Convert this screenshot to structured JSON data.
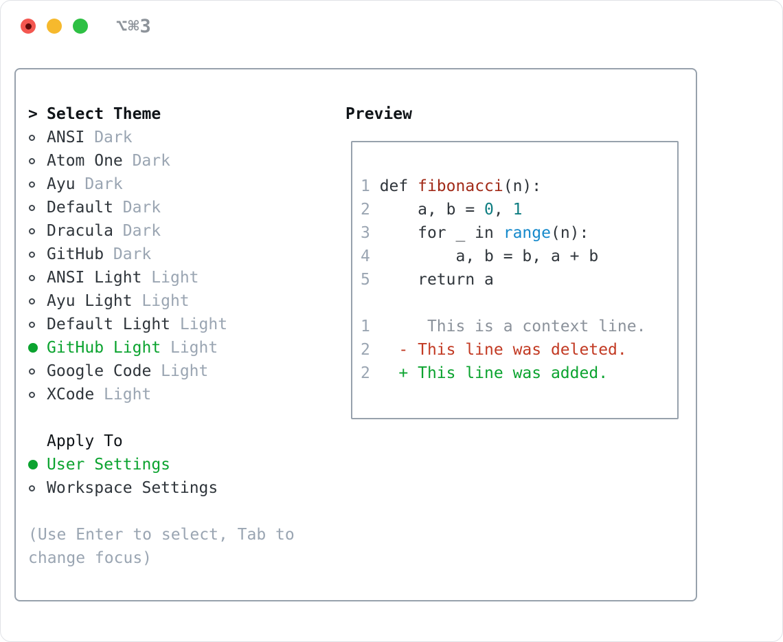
{
  "window": {
    "title": "⌥⌘3",
    "traffic_lights": [
      "close",
      "minimize",
      "zoom"
    ]
  },
  "colors": {
    "accent_green": "#0ba32f",
    "deleted_red": "#c23a23",
    "func_red": "#a12a18",
    "number_teal": "#0e7d81",
    "builtin_blue": "#1589cb",
    "text_dark": "#2f353b",
    "heading_dark": "#101418",
    "muted_gray": "#9aa5b2",
    "context_gray": "#8b929b",
    "ring_dark": "#3f464d",
    "border_gray": "#97a1ac",
    "title_gray": "#8d939a",
    "light_red": "#f35750",
    "red_dot": "#5f0b0a",
    "light_yellow": "#f6b92d",
    "light_green": "#2ec044",
    "window_border": "#e0e2e6"
  },
  "theme_picker": {
    "prompt": ">",
    "title": "Select Theme",
    "items": [
      {
        "label": "ANSI",
        "tag": "Dark",
        "selected": false
      },
      {
        "label": "Atom One",
        "tag": "Dark",
        "selected": false
      },
      {
        "label": "Ayu",
        "tag": "Dark",
        "selected": false
      },
      {
        "label": "Default",
        "tag": "Dark",
        "selected": false
      },
      {
        "label": "Dracula",
        "tag": "Dark",
        "selected": false
      },
      {
        "label": "GitHub",
        "tag": "Dark",
        "selected": false
      },
      {
        "label": "ANSI Light",
        "tag": "Light",
        "selected": false
      },
      {
        "label": "Ayu Light",
        "tag": "Light",
        "selected": false
      },
      {
        "label": "Default Light",
        "tag": "Light",
        "selected": false
      },
      {
        "label": "GitHub Light",
        "tag": "Light",
        "selected": true
      },
      {
        "label": "Google Code",
        "tag": "Light",
        "selected": false
      },
      {
        "label": "XCode",
        "tag": "Light",
        "selected": false
      }
    ]
  },
  "apply_to": {
    "title": "Apply To",
    "options": [
      {
        "label": "User Settings",
        "selected": true
      },
      {
        "label": "Workspace Settings",
        "selected": false
      }
    ]
  },
  "hint": "(Use Enter to select, Tab to change focus)",
  "preview": {
    "title": "Preview",
    "code_lines": [
      {
        "num": "1",
        "tokens": [
          {
            "t": " def ",
            "c": "text"
          },
          {
            "t": "fibonacci",
            "c": "func"
          },
          {
            "t": "(n):",
            "c": "text"
          }
        ]
      },
      {
        "num": "2",
        "tokens": [
          {
            "t": "     a, b = ",
            "c": "text"
          },
          {
            "t": "0",
            "c": "num"
          },
          {
            "t": ", ",
            "c": "text"
          },
          {
            "t": "1",
            "c": "num"
          }
        ]
      },
      {
        "num": "3",
        "tokens": [
          {
            "t": "     for _ in ",
            "c": "text"
          },
          {
            "t": "range",
            "c": "builtin"
          },
          {
            "t": "(n):",
            "c": "text"
          }
        ]
      },
      {
        "num": "4",
        "tokens": [
          {
            "t": "         a, b = b, a + b",
            "c": "text"
          }
        ]
      },
      {
        "num": "5",
        "tokens": [
          {
            "t": "     return a",
            "c": "text"
          }
        ]
      }
    ],
    "diff_lines": [
      {
        "num": "1",
        "tokens": [
          {
            "t": "      This is a context line.",
            "c": "context"
          }
        ]
      },
      {
        "num": "2",
        "tokens": [
          {
            "t": "   - This line was deleted.",
            "c": "deleted"
          }
        ]
      },
      {
        "num": "2",
        "tokens": [
          {
            "t": "   + This line was added.",
            "c": "added"
          }
        ]
      }
    ]
  }
}
